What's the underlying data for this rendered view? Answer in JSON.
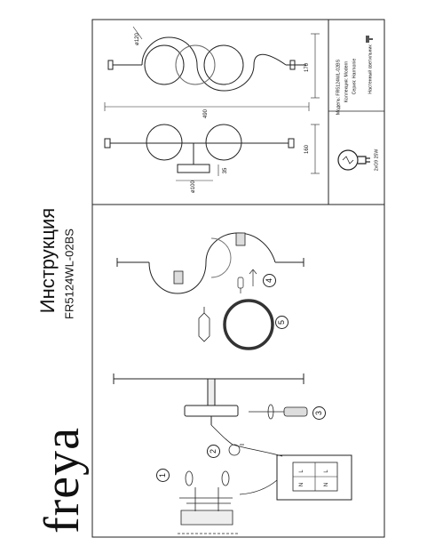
{
  "brand": "freya",
  "title": "Инструкция",
  "model": "FR5124WL-02BS",
  "dimensions": {
    "d_top": "ø120",
    "h_top": "170",
    "w_top": "490",
    "d_bottom": "ø100",
    "h_mount": "35",
    "h_side": "160"
  },
  "bulb": "2xG9 25W",
  "specs": [
    {
      "label": "Модель:",
      "value": "FR5124WL-02BS"
    },
    {
      "label": "Коллекция:",
      "value": "Modern"
    },
    {
      "label": "Серия:",
      "value": "Harmonie"
    },
    {
      "label": "",
      "value": "Настенный светильник"
    }
  ],
  "steps": [
    "1",
    "2",
    "3",
    "4",
    "5"
  ],
  "terminal_labels": [
    "L",
    "N",
    "L",
    "N"
  ]
}
